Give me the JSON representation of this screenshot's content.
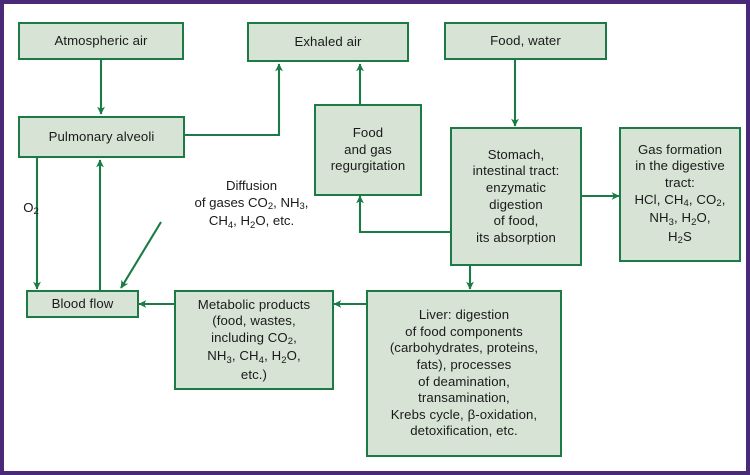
{
  "diagram": {
    "title": "Exchange of gases and substances between atmosphere, lungs, blood, digestive tract and liver",
    "frame_color": "#4a2a78",
    "box_fill": "#d7e3d5",
    "box_border": "#1b7a46",
    "arrow_color": "#1b7a46",
    "nodes": [
      {
        "id": "atmospheric_air",
        "label": "Atmospheric air"
      },
      {
        "id": "exhaled_air",
        "label": "Exhaled air"
      },
      {
        "id": "food_water",
        "label": "Food, water"
      },
      {
        "id": "pulmonary_alveoli",
        "label": "Pulmonary alveoli"
      },
      {
        "id": "regurgitation",
        "label": "Food\nand gas\nregurgitation"
      },
      {
        "id": "stomach",
        "label": "Stomach,\nintestinal tract:\nenzymatic\ndigestion\nof food,\nits absorption"
      },
      {
        "id": "gas_formation",
        "label": "Gas formation\nin the digestive\ntract:\nHCl, CH4, CO2,\nNH3, H2O,\nH2S"
      },
      {
        "id": "blood_flow",
        "label": "Blood flow"
      },
      {
        "id": "metabolic",
        "label": "Metabolic products\n(food, wastes,\nincluding CO2,\nNH3, CH4, H2O,\netc.)"
      },
      {
        "id": "liver",
        "label": "Liver: digestion\nof food components\n(carbohydrates, proteins,\nfats), processes\nof deamination,\ntransamination,\nKrebs cycle, β-oxidation,\ndetoxification, etc."
      }
    ],
    "labels": {
      "oxygen": "O2",
      "diffusion": "Diffusion\nof gases CO2, NH3,\nCH4, H2O, etc."
    },
    "edges": [
      {
        "from": "atmospheric_air",
        "to": "pulmonary_alveoli"
      },
      {
        "from": "pulmonary_alveoli",
        "to": "exhaled_air"
      },
      {
        "from": "regurgitation",
        "to": "exhaled_air"
      },
      {
        "from": "food_water",
        "to": "stomach"
      },
      {
        "from": "stomach",
        "to": "gas_formation"
      },
      {
        "from": "stomach",
        "to": "regurgitation"
      },
      {
        "from": "stomach",
        "to": "liver"
      },
      {
        "from": "liver",
        "to": "metabolic"
      },
      {
        "from": "metabolic",
        "to": "blood_flow"
      },
      {
        "from": "blood_flow",
        "to": "pulmonary_alveoli"
      },
      {
        "from": "pulmonary_alveoli",
        "to": "blood_flow",
        "label": "O2"
      },
      {
        "from": "diffusion",
        "to": "blood_flow"
      }
    ]
  }
}
